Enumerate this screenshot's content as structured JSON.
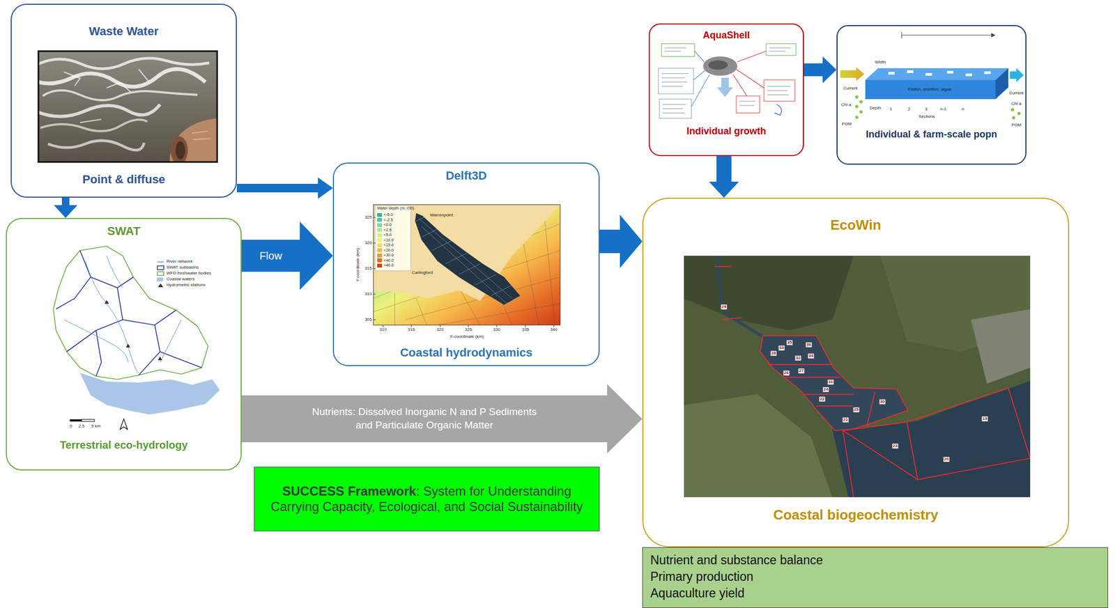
{
  "diagram": {
    "nodes": [
      {
        "text": [
          "Waste Water",
          "Point & diffuse"
        ]
      },
      {
        "text": [
          "SWAT",
          "Terrestrial eco-hydrology"
        ]
      },
      {
        "text": [
          "Delft3D",
          "Coastal hydrodynamics"
        ]
      },
      {
        "text": [
          "AquaShell",
          "Individual growth"
        ]
      },
      {
        "text": [
          "Individual & farm-scale popn"
        ]
      },
      {
        "text": [
          "EcoWin",
          "Coastal biogeochemistry"
        ]
      },
      {
        "text": [
          "SUCCESS Framework",
          ": System for Understanding Carrying Capacity, Ecological, and Social Sustainability"
        ]
      },
      {
        "text": [
          "Nutrient and substance balance",
          "Primary production",
          "Aquaculture yield"
        ]
      }
    ],
    "edges": [
      {
        "from": 0,
        "to": 1,
        "arrow": "to"
      },
      {
        "from": 0,
        "to": 2,
        "arrow": "to"
      },
      {
        "from": 1,
        "to": 2,
        "label": "Flow",
        "arrow": "to"
      },
      {
        "from": 2,
        "to": 5,
        "arrow": "to"
      },
      {
        "from": 3,
        "to": 4,
        "arrow": "to"
      },
      {
        "from": 3,
        "to": 5,
        "arrow": "to"
      },
      {
        "from": 1,
        "to": 5,
        "label": "Nutrients: Dissolved Inorganic N and P Sediments and Particulate Organic Matter",
        "arrow": "to"
      }
    ],
    "labels": [
      "0",
      "2.5",
      "5 km",
      "Water depth (m; OD)",
      "Warrenpoint",
      "Carlingford",
      "310",
      "315",
      "320",
      "325",
      "330",
      "335",
      "340",
      "X-coordinate (km)",
      "305",
      "310",
      "315",
      "320",
      "325",
      "Y-coordinate (km)",
      "Width",
      "Current",
      "Chl a",
      "POM",
      "Depth",
      "1",
      "2",
      "3",
      "n-1",
      "n",
      "Sections",
      "Finfish, shellfish, algae",
      "Current",
      "Chl a",
      "POM",
      "29",
      "35",
      "33",
      "36",
      "28",
      "32",
      "34",
      "26",
      "27",
      "31",
      "24",
      "22",
      "25",
      "30",
      "21",
      "23",
      "20",
      "19"
    ],
    "legend": [
      {
        "text": "River network"
      },
      {
        "text": "SWAT subbasins"
      },
      {
        "text": "WFD freshwater bodies"
      },
      {
        "text": "Coastal waters",
        "color": "#a9c6e8"
      },
      {
        "text": "Hydrometric stations"
      },
      {
        "text": "<-5.0",
        "color": "#2ab0b0"
      },
      {
        "text": "<-2.5",
        "color": "#4cc3b8"
      },
      {
        "text": "<0.0",
        "color": "#7dd6b0"
      },
      {
        "text": "<2.5",
        "color": "#a8e6a0"
      },
      {
        "text": "<5.0",
        "color": "#cdee8e"
      },
      {
        "text": "<10.0",
        "color": "#eef07a"
      },
      {
        "text": "<15.0",
        "color": "#f8d862"
      },
      {
        "text": "<20.0",
        "color": "#f7b74a"
      },
      {
        "text": "<30.0",
        "color": "#f29236"
      },
      {
        "text": "<40.0",
        "color": "#e66a26"
      },
      {
        "text": ">40.0",
        "color": "#cc3f1a"
      }
    ]
  }
}
